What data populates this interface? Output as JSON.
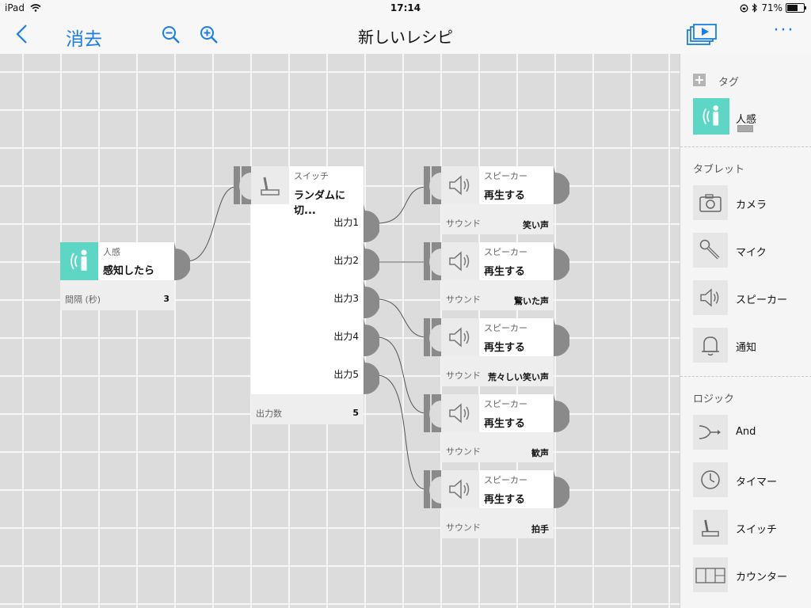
{
  "status": {
    "device": "iPad",
    "time": "17:14",
    "battery": "71%",
    "battery_level": 0.71
  },
  "nav": {
    "clear_label": "消去",
    "title": "新しいレシピ",
    "more_label": "···"
  },
  "colors": {
    "accent": "#1a7ee6",
    "sensor": "#5dd6c6",
    "port": "#8a8a8a"
  },
  "nodes": {
    "sensor": {
      "category": "人感",
      "action": "感知したら",
      "param_label": "間隔 (秒)",
      "param_value": "3",
      "icon": "motion-sensor-icon"
    },
    "switch": {
      "category": "スイッチ",
      "action": "ランダムに切...",
      "outputs": [
        "出力1",
        "出力2",
        "出力3",
        "出力4",
        "出力5"
      ],
      "param_label": "出力数",
      "param_value": "5",
      "icon": "switch-lever-icon"
    },
    "speakers": [
      {
        "category": "スピーカー",
        "action": "再生する",
        "param_label": "サウンド",
        "param_value": "笑い声"
      },
      {
        "category": "スピーカー",
        "action": "再生する",
        "param_label": "サウンド",
        "param_value": "驚いた声"
      },
      {
        "category": "スピーカー",
        "action": "再生する",
        "param_label": "サウンド",
        "param_value": "荒々しい笑い声"
      },
      {
        "category": "スピーカー",
        "action": "再生する",
        "param_label": "サウンド",
        "param_value": "歓声"
      },
      {
        "category": "スピーカー",
        "action": "再生する",
        "param_label": "サウンド",
        "param_value": "拍手"
      }
    ]
  },
  "palette": {
    "tag_section": "タグ",
    "tag_items": [
      {
        "label": "人感",
        "icon": "motion-sensor-icon"
      }
    ],
    "tablet_section": "タブレット",
    "tablet_items": [
      {
        "label": "カメラ",
        "icon": "camera-icon"
      },
      {
        "label": "マイク",
        "icon": "microphone-icon"
      },
      {
        "label": "スピーカー",
        "icon": "speaker-icon"
      },
      {
        "label": "通知",
        "icon": "bell-icon"
      }
    ],
    "logic_section": "ロジック",
    "logic_items": [
      {
        "label": "And",
        "icon": "and-merge-icon"
      },
      {
        "label": "タイマー",
        "icon": "timer-icon"
      },
      {
        "label": "スイッチ",
        "icon": "switch-lever-icon"
      },
      {
        "label": "カウンター",
        "icon": "counter-icon"
      }
    ]
  }
}
